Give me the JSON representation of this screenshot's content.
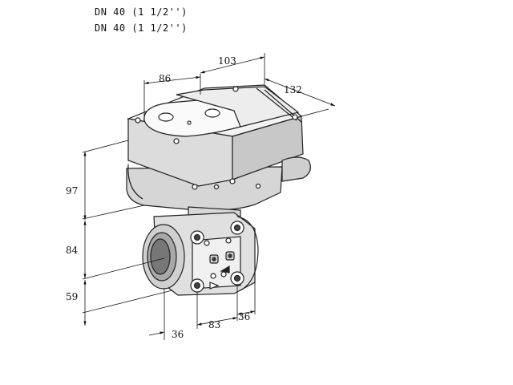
{
  "header": {
    "line1": "DN 40 (1 1/2'')",
    "line2": "DN 40 (1 1/2'')"
  },
  "dimensions": {
    "top_width": "86",
    "top_depth": "103",
    "side_depth": "132",
    "actuator_height": "97",
    "body_upper_height": "84",
    "body_lower_height": "59",
    "bottom_left": "36",
    "bottom_center": "83",
    "bottom_right": "36"
  }
}
